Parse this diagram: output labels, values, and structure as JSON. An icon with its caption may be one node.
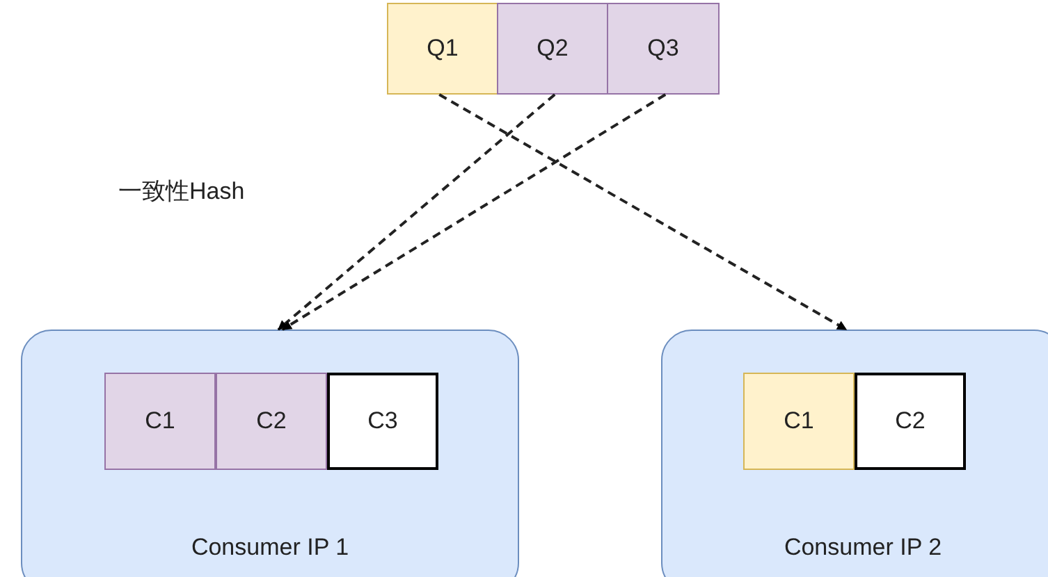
{
  "diagram": {
    "nodes": [
      {
        "text": [
          "Q1"
        ]
      },
      {
        "text": [
          "Q2"
        ]
      },
      {
        "text": [
          "Q3"
        ]
      },
      {
        "text": [
          "Consumer IP 1"
        ]
      },
      {
        "text": [
          "C1"
        ],
        "in": 3
      },
      {
        "text": [
          "C2"
        ],
        "in": 3
      },
      {
        "text": [
          "C3"
        ],
        "in": 3
      },
      {
        "text": [
          "Consumer IP 2"
        ]
      },
      {
        "text": [
          "C1"
        ],
        "in": 7
      },
      {
        "text": [
          "C2"
        ],
        "in": 7
      }
    ],
    "edges": [
      {
        "from": 0,
        "to": 7,
        "arrow": "to",
        "style": "dashed"
      },
      {
        "from": 1,
        "to": 3,
        "arrow": "to",
        "style": "dashed"
      },
      {
        "from": 2,
        "to": 3,
        "arrow": "to",
        "style": "dashed"
      }
    ],
    "labels": [
      "一致性Hash"
    ]
  }
}
